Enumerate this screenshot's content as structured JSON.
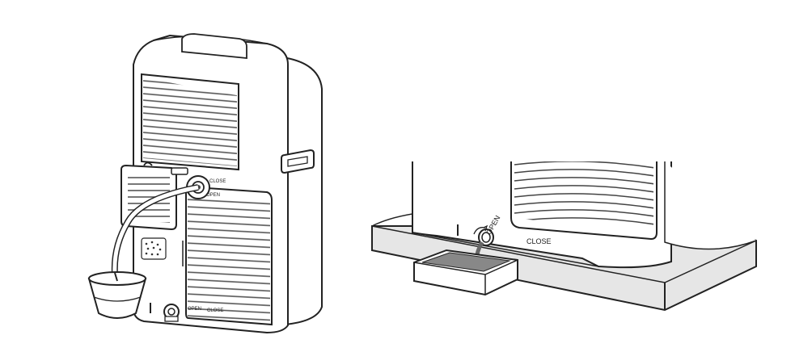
{
  "left_figure": {
    "label_close_top": "CLOSE",
    "label_open_top": "OPEN",
    "label_open_bottom": "OPEN",
    "label_close_bottom": "CLOSE"
  },
  "right_figure": {
    "label_open": "OPEN",
    "label_close": "CLOSE"
  }
}
